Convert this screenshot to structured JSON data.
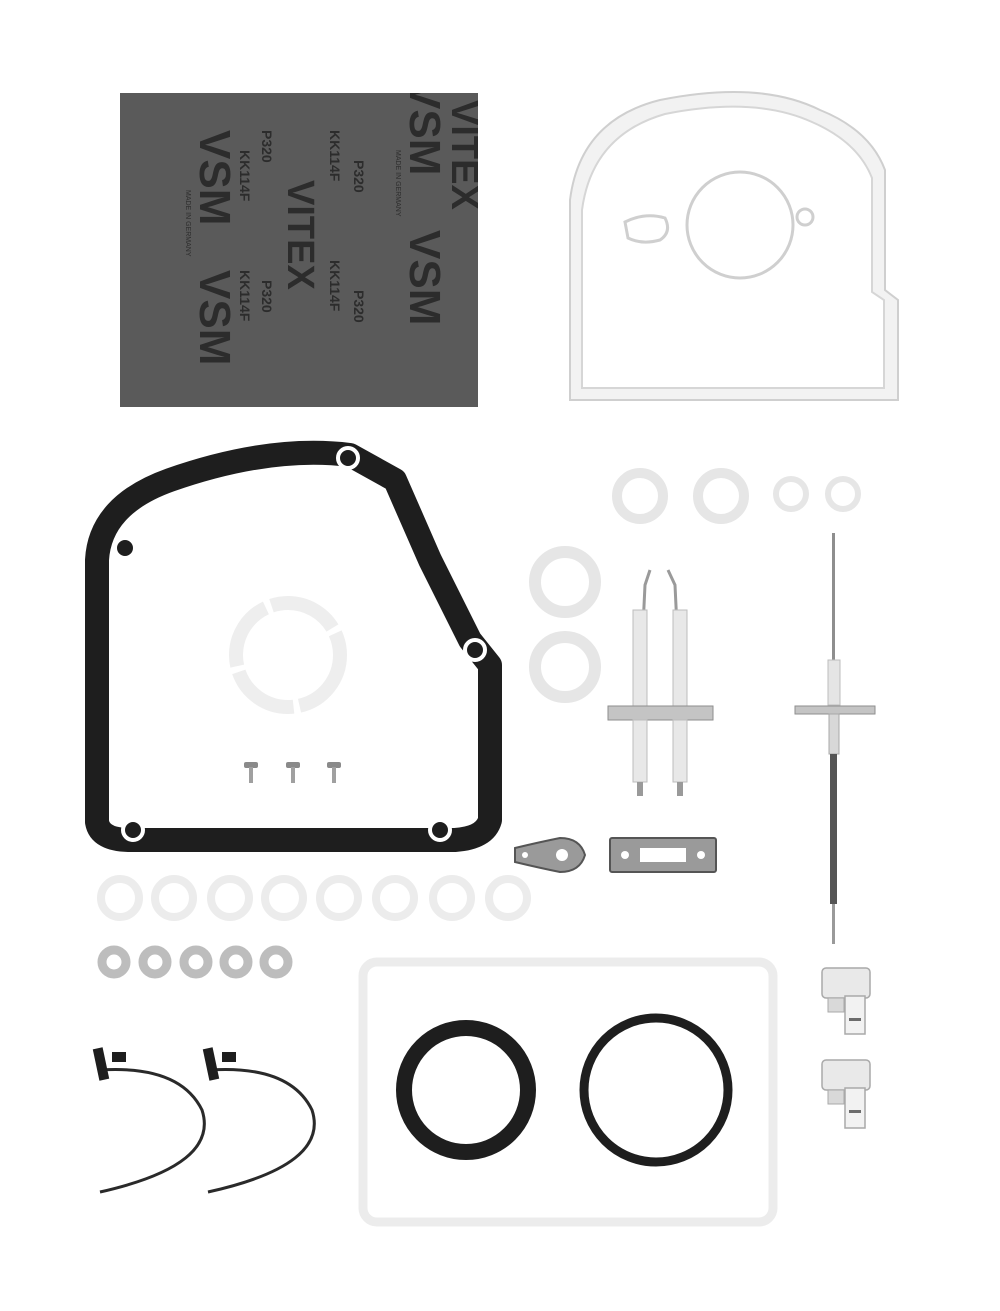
{
  "sandpaper": {
    "brand_vsm": "VSM",
    "brand_vitex": "VITEX",
    "grit": "P320",
    "code": "KK114F",
    "origin": "MADE IN GERMANY"
  },
  "colors": {
    "background": "#ffffff",
    "sandpaper": "#5a5a5a",
    "gasket_black": "#1e1e1e",
    "ceramic_white": "#f2f2f2",
    "ring_white": "#ededed",
    "washer_grey": "#bdbdbd",
    "metal": "#b8b8b8"
  },
  "counts": {
    "white_rings_row": 8,
    "grey_washers": 5,
    "small_screws": 3,
    "ignition_cables": 2,
    "valve_clips": 2
  }
}
